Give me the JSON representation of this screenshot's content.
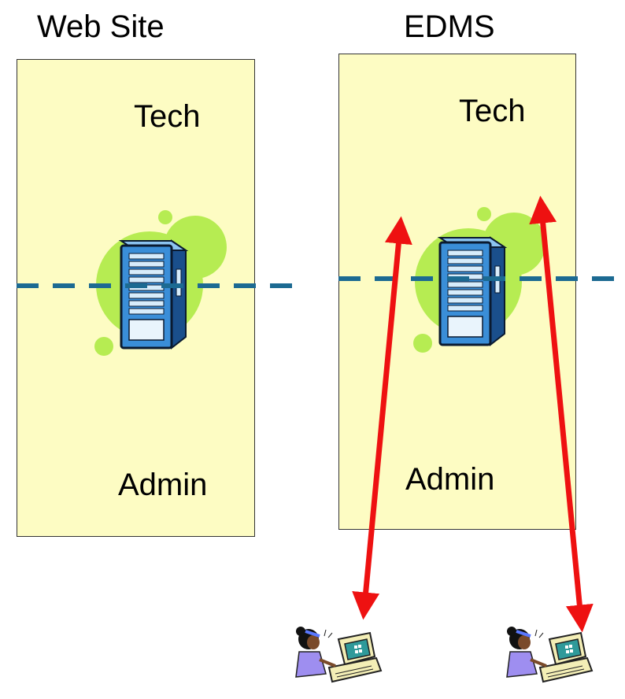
{
  "panels": [
    {
      "title": "Web Site",
      "top_label": "Tech",
      "bottom_label": "Admin"
    },
    {
      "title": "EDMS",
      "top_label": "Tech",
      "bottom_label": "Admin"
    }
  ],
  "colors": {
    "panel_fill": "#fdfcc3",
    "divider": "#1c6a92",
    "arrow": "#ee1111",
    "server_blob": "#b6ec52",
    "server_body": "#3a8ed8"
  },
  "icons": [
    "server-icon",
    "user-at-computer-icon"
  ]
}
